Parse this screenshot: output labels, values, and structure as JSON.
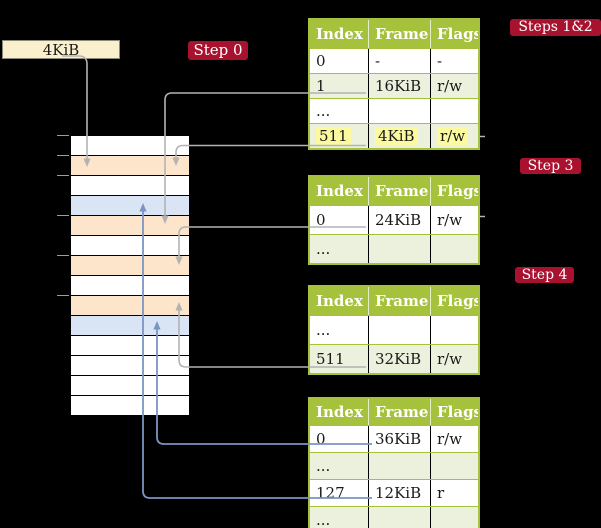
{
  "title_labels": {
    "frame_size_label": "4KiB"
  },
  "badges": [
    {
      "id": "step0",
      "label": "Step 0"
    },
    {
      "id": "steps12",
      "label": "Steps 1&2"
    },
    {
      "id": "step3",
      "label": "Step 3"
    },
    {
      "id": "step4",
      "label": "Step 4"
    }
  ],
  "memory_column": {
    "row_colors": [
      "white",
      "orange",
      "white",
      "blue",
      "orange",
      "white",
      "orange",
      "white",
      "orange",
      "blue",
      "white",
      "white",
      "white",
      "white"
    ]
  },
  "page_tables": [
    {
      "id": "pt1",
      "columns": [
        "Index",
        "Frame",
        "Flags"
      ],
      "rows": [
        {
          "cells": [
            "0",
            "-",
            "-"
          ],
          "shade": "white",
          "highlight": false
        },
        {
          "cells": [
            "1",
            "16KiB",
            "r/w"
          ],
          "shade": "green",
          "highlight": false
        },
        {
          "cells": [
            "...",
            "",
            ""
          ],
          "shade": "white",
          "highlight": false
        },
        {
          "cells": [
            "511",
            "4KiB",
            "r/w"
          ],
          "shade": "green",
          "highlight": true
        }
      ]
    },
    {
      "id": "pt2",
      "columns": [
        "Index",
        "Frame",
        "Flags"
      ],
      "rows": [
        {
          "cells": [
            "0",
            "24KiB",
            "r/w"
          ],
          "shade": "white",
          "highlight": false
        },
        {
          "cells": [
            "...",
            "",
            ""
          ],
          "shade": "green",
          "highlight": false
        }
      ]
    },
    {
      "id": "pt3",
      "columns": [
        "Index",
        "Frame",
        "Flags"
      ],
      "rows": [
        {
          "cells": [
            "...",
            "",
            ""
          ],
          "shade": "white",
          "highlight": false
        },
        {
          "cells": [
            "511",
            "32KiB",
            "r/w"
          ],
          "shade": "green",
          "highlight": false
        }
      ]
    },
    {
      "id": "pt4",
      "columns": [
        "Index",
        "Frame",
        "Flags"
      ],
      "rows": [
        {
          "cells": [
            "0",
            "36KiB",
            "r/w"
          ],
          "shade": "white",
          "highlight": false
        },
        {
          "cells": [
            "...",
            "",
            ""
          ],
          "shade": "green",
          "highlight": false
        },
        {
          "cells": [
            "127",
            "12KiB",
            "r"
          ],
          "shade": "white",
          "highlight": false
        },
        {
          "cells": [
            "...",
            "",
            ""
          ],
          "shade": "green",
          "highlight": false
        }
      ]
    }
  ],
  "arrows": [
    {
      "id": "label-to-4kib-frame",
      "from": "frame-size-label",
      "to_memory_row": 2,
      "color": "gray"
    },
    {
      "id": "pt1-idx1-to-16kib",
      "from": "pt1-row-1",
      "to_memory_row": 5,
      "color": "gray"
    },
    {
      "id": "pt1-idx511-to-4kib",
      "from": "pt1-row-511",
      "to_memory_row": 2,
      "color": "gray"
    },
    {
      "id": "pt2-idx0-to-24kib",
      "from": "pt2-row-0",
      "to_memory_row": 7,
      "color": "gray"
    },
    {
      "id": "pt3-idx511-to-32kib",
      "from": "pt3-row-511",
      "to_memory_row": 9,
      "color": "gray"
    },
    {
      "id": "pt4-idx0-to-36kib",
      "from": "pt4-row-0",
      "to_memory_row": 10,
      "color": "blue"
    },
    {
      "id": "pt4-idx127-to-12kib",
      "from": "pt4-row-127",
      "to_memory_row": 4,
      "color": "blue"
    }
  ],
  "colors": {
    "background": "#000000",
    "table_header_green": "#A6C23C",
    "table_row_green": "#EBF1DC",
    "highlight_yellow": "#FCF99F",
    "memory_orange": "#FCE5CB",
    "memory_blue": "#D9E4F4",
    "badge_red": "#A8122F",
    "frame_label_bg": "#FBF0CE",
    "arrow_gray": "#B3B3B3",
    "arrow_blue": "#7A95C2"
  }
}
